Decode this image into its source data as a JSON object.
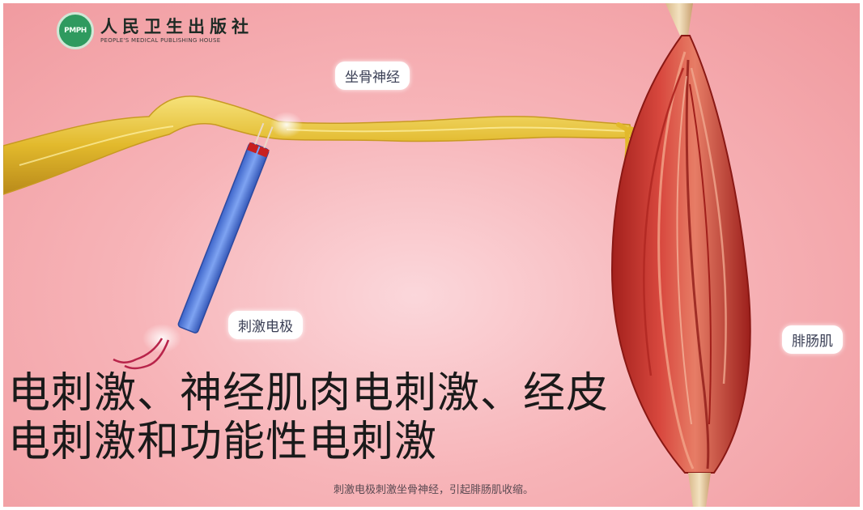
{
  "publisher": {
    "name_cn": "人民卫生出版社",
    "name_en": "PEOPLE'S MEDICAL PUBLISHING HOUSE",
    "logo_icon": "pmph-logo-icon"
  },
  "labels": {
    "nerve": "坐骨神经",
    "electrode": "刺激电极",
    "muscle": "腓肠肌"
  },
  "caption": {
    "line1": "电刺激、神经肌肉电刺激、经皮",
    "line2": "电刺激和功能性电刺激"
  },
  "subtitle": "刺激电极刺激坐骨神经，引起腓肠肌收缩。",
  "colors": {
    "background": "#f7b4b8",
    "nerve": "#e8c53a",
    "electrode": "#5b86e6",
    "muscle": "#c8352e"
  }
}
